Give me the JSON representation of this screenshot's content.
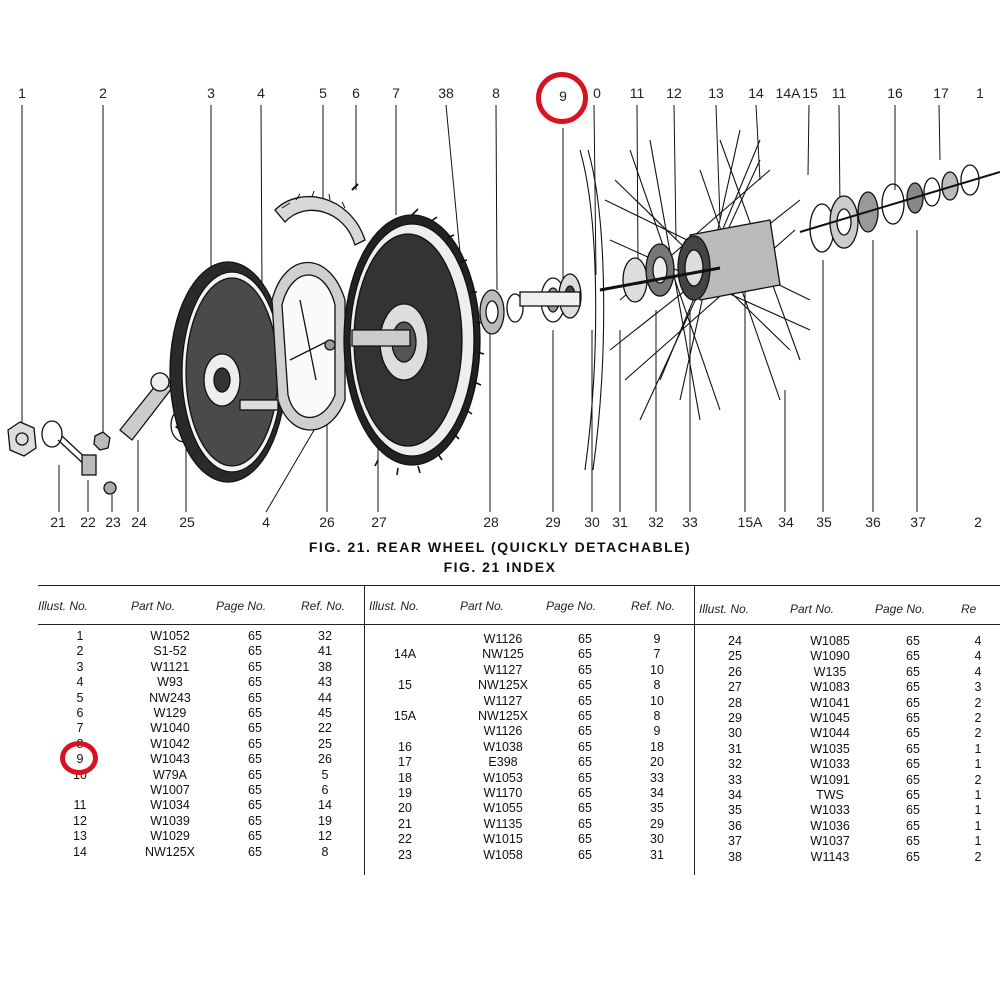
{
  "figure": {
    "title": "FIG. 21.  REAR WHEEL (QUICKLY DETACHABLE)",
    "top_callouts": [
      "1",
      "2",
      "3",
      "4",
      "5",
      "6",
      "7",
      "38",
      "8",
      "9",
      "0",
      "11",
      "12",
      "13",
      "14",
      "14A",
      "15",
      "11",
      "16",
      "17",
      "1"
    ],
    "bottom_callouts": [
      "21",
      "22",
      "23",
      "24",
      "25",
      "4",
      "26",
      "27",
      "28",
      "29",
      "30",
      "31",
      "32",
      "33",
      "15A",
      "34",
      "35",
      "36",
      "37",
      "2"
    ],
    "highlighted_callout": "9",
    "highlight_color": "#d9121f"
  },
  "index": {
    "title": "FIG. 21 INDEX",
    "headers": [
      "Illust. No.",
      "Part No.",
      "Page No.",
      "Ref. No."
    ],
    "third_ref_header": "Re",
    "columns": [
      {
        "rows": [
          {
            "illus": "1",
            "part": "W1052",
            "page": "65",
            "ref": "32"
          },
          {
            "illus": "2",
            "part": "S1-52",
            "page": "65",
            "ref": "41"
          },
          {
            "illus": "3",
            "part": "W1121",
            "page": "65",
            "ref": "38"
          },
          {
            "illus": "4",
            "part": "W93",
            "page": "65",
            "ref": "43"
          },
          {
            "illus": "5",
            "part": "NW243",
            "page": "65",
            "ref": "44"
          },
          {
            "illus": "6",
            "part": "W129",
            "page": "65",
            "ref": "45"
          },
          {
            "illus": "7",
            "part": "W1040",
            "page": "65",
            "ref": "22"
          },
          {
            "illus": "8",
            "part": "W1042",
            "page": "65",
            "ref": "25"
          },
          {
            "illus": "9",
            "part": "W1043",
            "page": "65",
            "ref": "26"
          },
          {
            "illus": "10",
            "part": "W79A",
            "page": "65",
            "ref": "5"
          },
          {
            "illus": "",
            "part": "W1007",
            "page": "65",
            "ref": "6"
          },
          {
            "illus": "11",
            "part": "W1034",
            "page": "65",
            "ref": "14"
          },
          {
            "illus": "12",
            "part": "W1039",
            "page": "65",
            "ref": "19"
          },
          {
            "illus": "13",
            "part": "W1029",
            "page": "65",
            "ref": "12"
          },
          {
            "illus": "14",
            "part": "NW125X",
            "page": "65",
            "ref": "8"
          }
        ]
      },
      {
        "rows": [
          {
            "illus": "",
            "part": "W1126",
            "page": "65",
            "ref": "9"
          },
          {
            "illus": "14A",
            "part": "NW125",
            "page": "65",
            "ref": "7"
          },
          {
            "illus": "",
            "part": "W1127",
            "page": "65",
            "ref": "10"
          },
          {
            "illus": "15",
            "part": "NW125X",
            "page": "65",
            "ref": "8"
          },
          {
            "illus": "",
            "part": "W1127",
            "page": "65",
            "ref": "10"
          },
          {
            "illus": "15A",
            "part": "NW125X",
            "page": "65",
            "ref": "8"
          },
          {
            "illus": "",
            "part": "W1126",
            "page": "65",
            "ref": "9"
          },
          {
            "illus": "16",
            "part": "W1038",
            "page": "65",
            "ref": "18"
          },
          {
            "illus": "17",
            "part": "E398",
            "page": "65",
            "ref": "20"
          },
          {
            "illus": "18",
            "part": "W1053",
            "page": "65",
            "ref": "33"
          },
          {
            "illus": "19",
            "part": "W1170",
            "page": "65",
            "ref": "34"
          },
          {
            "illus": "20",
            "part": "W1055",
            "page": "65",
            "ref": "35"
          },
          {
            "illus": "21",
            "part": "W1135",
            "page": "65",
            "ref": "29"
          },
          {
            "illus": "22",
            "part": "W1015",
            "page": "65",
            "ref": "30"
          },
          {
            "illus": "23",
            "part": "W1058",
            "page": "65",
            "ref": "31"
          }
        ]
      },
      {
        "rows": [
          {
            "illus": "24",
            "part": "W1085",
            "page": "65",
            "ref": "4"
          },
          {
            "illus": "25",
            "part": "W1090",
            "page": "65",
            "ref": "4"
          },
          {
            "illus": "26",
            "part": "W135",
            "page": "65",
            "ref": "4"
          },
          {
            "illus": "27",
            "part": "W1083",
            "page": "65",
            "ref": "3"
          },
          {
            "illus": "28",
            "part": "W1041",
            "page": "65",
            "ref": "2"
          },
          {
            "illus": "29",
            "part": "W1045",
            "page": "65",
            "ref": "2"
          },
          {
            "illus": "30",
            "part": "W1044",
            "page": "65",
            "ref": "2"
          },
          {
            "illus": "31",
            "part": "W1035",
            "page": "65",
            "ref": "1"
          },
          {
            "illus": "32",
            "part": "W1033",
            "page": "65",
            "ref": "1"
          },
          {
            "illus": "33",
            "part": "W1091",
            "page": "65",
            "ref": "2"
          },
          {
            "illus": "34",
            "part": "TWS",
            "page": "65",
            "ref": "1"
          },
          {
            "illus": "35",
            "part": "W1033",
            "page": "65",
            "ref": "1"
          },
          {
            "illus": "36",
            "part": "W1036",
            "page": "65",
            "ref": "1"
          },
          {
            "illus": "37",
            "part": "W1037",
            "page": "65",
            "ref": "1"
          },
          {
            "illus": "38",
            "part": "W1143",
            "page": "65",
            "ref": "2"
          }
        ]
      }
    ]
  }
}
